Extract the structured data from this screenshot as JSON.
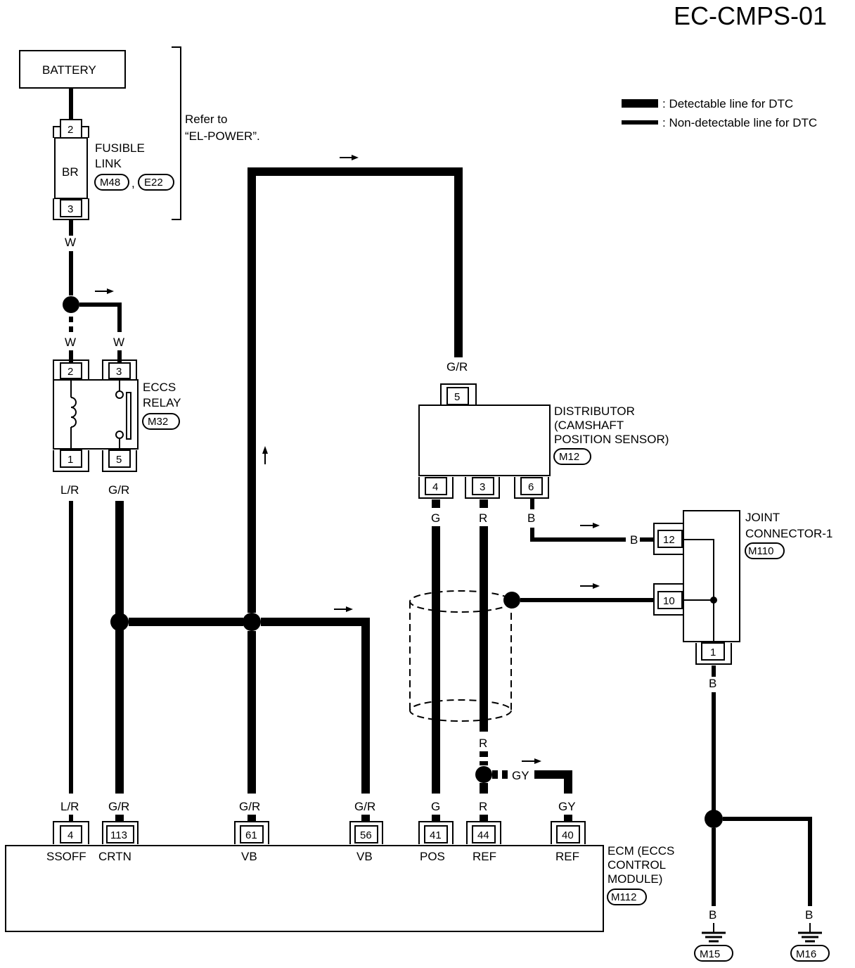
{
  "title": "EC-CMPS-01",
  "legend": {
    "detectable": ": Detectable line for DTC",
    "non_detectable": ": Non-detectable line for DTC"
  },
  "battery": {
    "label": "BATTERY"
  },
  "fusible_link": {
    "line1": "FUSIBLE",
    "line2": "LINK",
    "pin_top": "2",
    "pin_bottom": "3",
    "color": "BR",
    "connectors": [
      "M48",
      "E22"
    ],
    "separator": ","
  },
  "refer": {
    "line1": "Refer to",
    "line2": "“EL-POWER”."
  },
  "eccs_relay": {
    "line1": "ECCS",
    "line2": "RELAY",
    "connector": "M32",
    "pins": {
      "p2": "2",
      "p3": "3",
      "p1": "1",
      "p5": "5"
    }
  },
  "distributor": {
    "line1": "DISTRIBUTOR",
    "line2": "(CAMSHAFT",
    "line3": "POSITION SENSOR)",
    "connector": "M12",
    "pins": {
      "p5": "5",
      "p4": "4",
      "p3": "3",
      "p6": "6"
    }
  },
  "joint_connector": {
    "line1": "JOINT",
    "line2": "CONNECTOR-1",
    "connector": "M110",
    "pins": {
      "p12": "12",
      "p10": "10",
      "p1": "1"
    }
  },
  "ecm": {
    "line1": "ECM (ECCS",
    "line2": "CONTROL",
    "line3": "MODULE)",
    "connector": "M112",
    "terminals": [
      {
        "pin": "4",
        "name": "SSOFF",
        "wire": "L/R"
      },
      {
        "pin": "113",
        "name": "CRTN",
        "wire": "G/R"
      },
      {
        "pin": "61",
        "name": "VB",
        "wire": "G/R"
      },
      {
        "pin": "56",
        "name": "VB",
        "wire": "G/R"
      },
      {
        "pin": "41",
        "name": "POS",
        "wire": "G"
      },
      {
        "pin": "44",
        "name": "REF",
        "wire": "R"
      },
      {
        "pin": "40",
        "name": "REF",
        "wire": "GY"
      }
    ]
  },
  "wire_labels": {
    "fusible_out": "W",
    "relay_in_left": "W",
    "relay_in_right": "W",
    "relay_out_left": "L/R",
    "relay_out_right": "G/R",
    "dist_in": "G/R",
    "dist_out_4": "G",
    "dist_out_3": "R",
    "dist_out_6": "B",
    "joint_in_12": "B",
    "ref_mid": "R",
    "gy_branch": "GY",
    "joint_out": "B",
    "ground_left": "B",
    "ground_right": "B"
  },
  "grounds": [
    "M15",
    "M16"
  ]
}
